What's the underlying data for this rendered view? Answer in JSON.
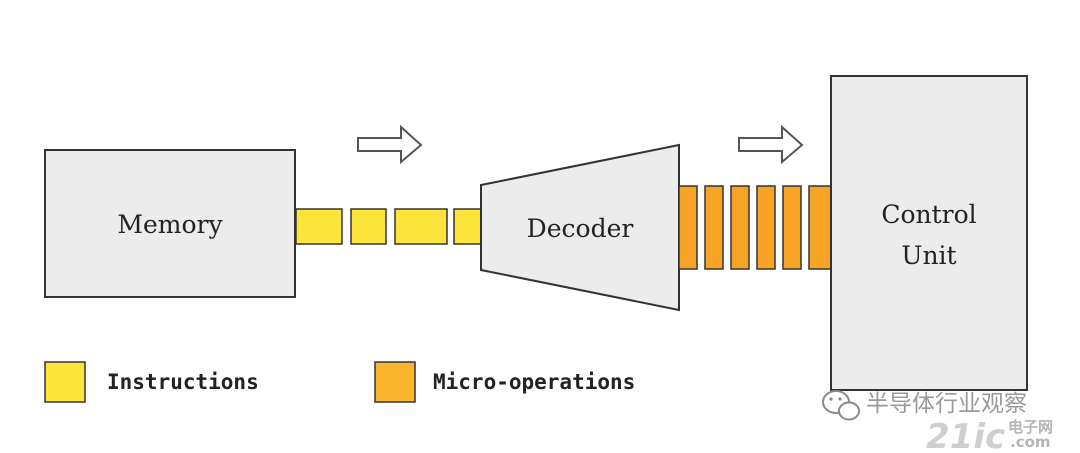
{
  "diagram": {
    "memory_label": "Memory",
    "decoder_label": "Decoder",
    "control_unit_label_line1": "Control",
    "control_unit_label_line2": "Unit"
  },
  "legend": {
    "instructions_label": "Instructions",
    "micro_operations_label": "Micro-operations"
  },
  "watermark": {
    "wechat_text": "半导体行业观察",
    "site_text_top": "电子网",
    "site_text_bottom": ".com",
    "logo_text": "21ic"
  },
  "colors": {
    "box_fill": "#ececec",
    "box_stroke": "#333333",
    "instruction_fill": "#fde43a",
    "micro_op_fill": "#f7a325",
    "legend_micro_fill": "#fbb52e",
    "arrow_stroke": "#555555"
  },
  "icons": {
    "flow_arrow": "hollow-right-arrow-icon",
    "wechat": "wechat-icon"
  }
}
